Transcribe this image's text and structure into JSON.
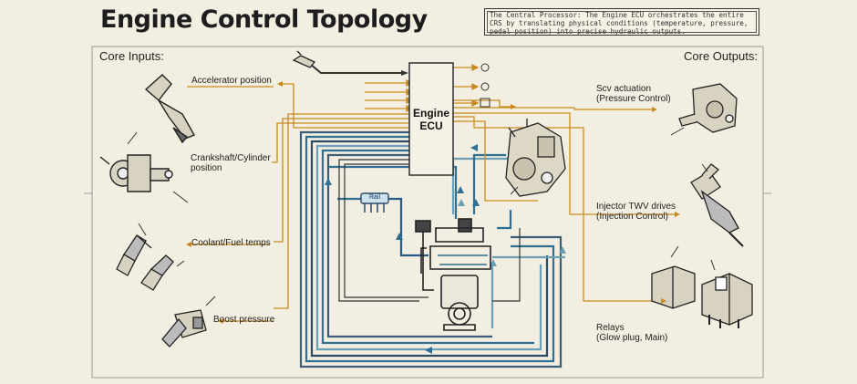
{
  "title": "Engine Control Topology",
  "note": "The Central Processor: The Engine ECU orchestrates the entire CRS by translating physical conditions (temperature, pressure, pedal position) into precise hydraulic outputs.",
  "inputs_heading": "Core Inputs:",
  "outputs_heading": "Core Outputs:",
  "inputs": {
    "accelerator": "Accelerator position",
    "crankshaft": "Crankshaft/Cylinder\nposition",
    "temps": "Coolant/Fuel temps",
    "boost": "Boost pressure"
  },
  "outputs": {
    "scv": "Scv actuation\n(Pressure Control)",
    "injector": "Injector TWV drives\n(Injection Control)",
    "relays": "Relays\n(Glow plug, Main)"
  },
  "ecu_label": "Engine\nECU",
  "rail_label": "Rail",
  "colors": {
    "background": "#f2eee1",
    "sensor_wire": "#c88a1e",
    "fuel_line": "#2f6f93",
    "body_dark": "#2a2a2a"
  }
}
